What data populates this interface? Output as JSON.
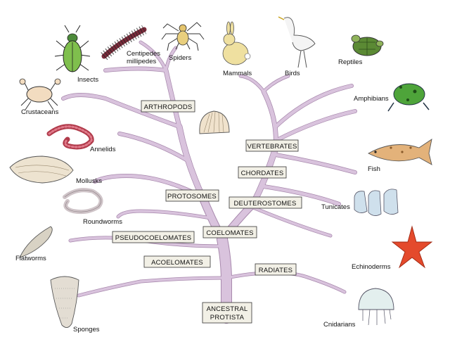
{
  "colors": {
    "trunk": "#d9c3dd",
    "trunk_edge": "#a889ad",
    "box_fill": "#f2f0e6"
  },
  "boxes": {
    "arthropods": "ARTHROPODS",
    "vertebrates": "VERTEBRATES",
    "chordates": "CHORDATES",
    "protosomes": "PROTOSOMES",
    "deuterostomes": "DEUTEROSTOMES",
    "pseudocoelomates": "PSEUDOCOELOMATES",
    "coelomates": "COELOMATES",
    "acoelomates": "ACOELOMATES",
    "radiates": "RADIATES",
    "root_line1": "ANCESTRAL",
    "root_line2": "PROTISTA"
  },
  "labels": {
    "insects": "Insects",
    "centipedes_line1": "Centipedes",
    "centipedes_line2": "millipedes",
    "spiders": "Spiders",
    "mammals": "Mammals",
    "birds": "Birds",
    "reptiles": "Reptiles",
    "crustaceans": "Crustaceans",
    "amphibians": "Amphibians",
    "annelids": "Annelids",
    "mollusks": "Mollusks",
    "fish": "Fish",
    "roundworms": "Roundworms",
    "tunicates": "Tunicates",
    "flatworms": "Flatworms",
    "echinoderms": "Echinoderms",
    "sponges": "Sponges",
    "cnidarians": "Cnidarians"
  },
  "icons": [
    "beetle-icon",
    "centipede-icon",
    "spider-icon",
    "rabbit-icon",
    "egret-icon",
    "turtle-icon",
    "crab-icon",
    "frog-icon",
    "earthworm-icon",
    "clam-icon",
    "fish-icon",
    "roundworm-icon",
    "tunicate-icon",
    "flatworm-icon",
    "starfish-icon",
    "sponge-icon",
    "jellyfish-icon",
    "scallop-shell-icon"
  ]
}
